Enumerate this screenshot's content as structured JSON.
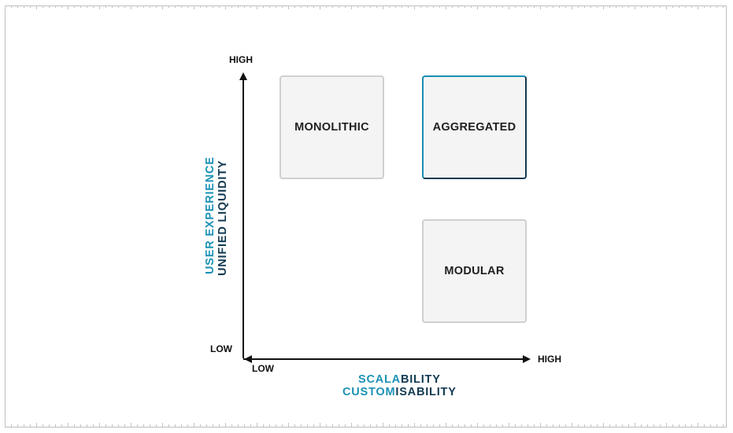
{
  "boxes": {
    "monolithic": "MONOLITHIC",
    "aggregated": "AGGREGATED",
    "modular": "MODULAR"
  },
  "y_axis": {
    "high": "HIGH",
    "low": "LOW",
    "title_line1": {
      "accent": "USER EXPERIENCE",
      "dark": ""
    },
    "title_line2": {
      "accent": "",
      "dark": "UNIFIED LIQUIDITY"
    }
  },
  "x_axis": {
    "high": "HIGH",
    "low": "LOW",
    "title_line1": {
      "accent": "SCALA",
      "dark": "BILITY"
    },
    "title_line2": {
      "accent": "CUSTOM",
      "dark": "ISABILITY"
    }
  },
  "colors": {
    "accent": "#1b91b6",
    "dark": "#123a52",
    "box_fill": "#f4f4f4",
    "box_border": "#cfcfcf"
  }
}
